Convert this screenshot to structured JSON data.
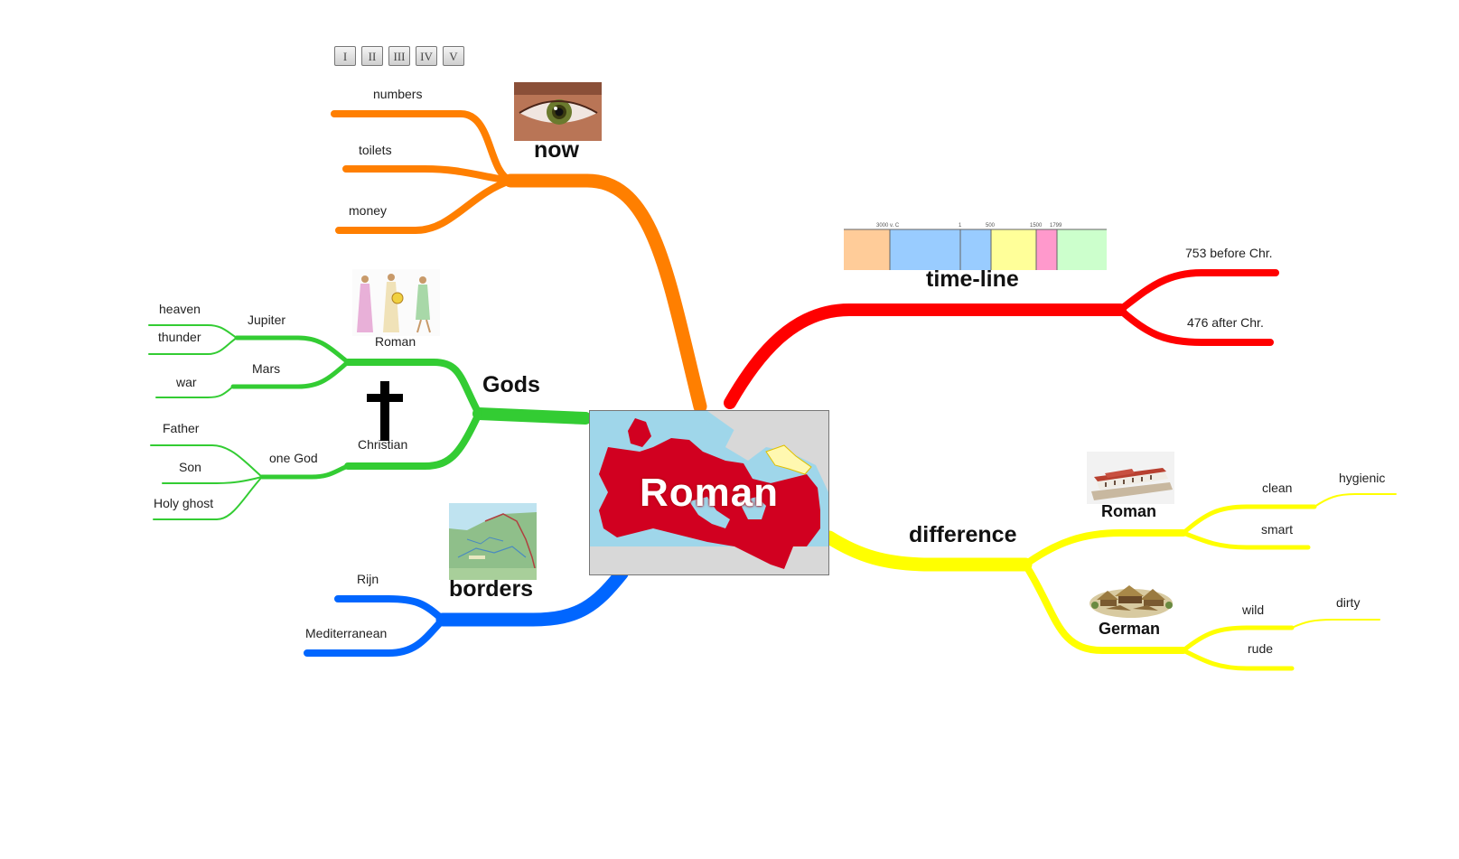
{
  "center": {
    "label": "Roman"
  },
  "branches": {
    "now": {
      "label": "now",
      "color": "#ff7f00",
      "items": [
        "numbers",
        "toilets",
        "money"
      ],
      "number_buttons": [
        "I",
        "II",
        "III",
        "IV",
        "V"
      ]
    },
    "timeline": {
      "label": "time-line",
      "color": "#ff0000",
      "items": [
        "753 before Chr.",
        "476 after Chr."
      ],
      "ticks": [
        "3000 v. C",
        "1",
        "500",
        "1500",
        "1799"
      ]
    },
    "gods": {
      "label": "Gods",
      "color": "#33cc33",
      "roman": {
        "label": "Roman",
        "jupiter": {
          "label": "Jupiter",
          "items": [
            "heaven",
            "thunder"
          ]
        },
        "mars": {
          "label": "Mars",
          "items": [
            "war"
          ]
        }
      },
      "christian": {
        "label": "Christian",
        "one_god": {
          "label": "one God",
          "items": [
            "Father",
            "Son",
            "Holy ghost"
          ]
        }
      }
    },
    "borders": {
      "label": "borders",
      "color": "#0066ff",
      "items": [
        "Rijn",
        "Mediterranean"
      ]
    },
    "difference": {
      "label": "difference",
      "color": "#ffff00",
      "roman": {
        "label": "Roman",
        "items": [
          "clean",
          "smart"
        ],
        "clean_detail": "hygienic"
      },
      "german": {
        "label": "German",
        "items": [
          "wild",
          "rude"
        ],
        "wild_detail": "dirty"
      }
    }
  }
}
